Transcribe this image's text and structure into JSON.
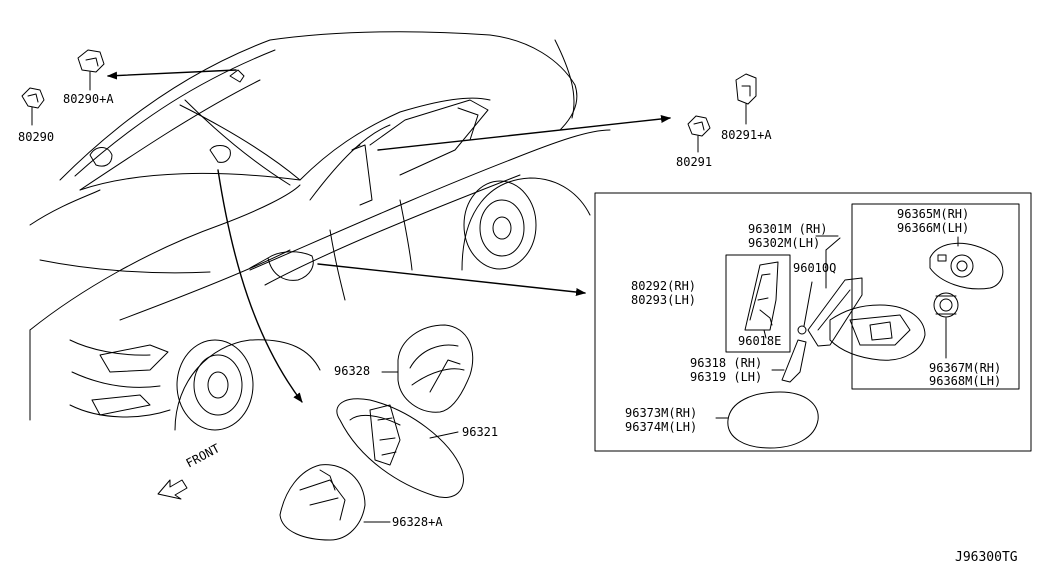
{
  "labels": {
    "p80290": "80290",
    "p80290a": "80290+A",
    "p80291": "80291",
    "p80291a": "80291+A",
    "p80292_rh": "80292(RH)",
    "p80293_lh": "80293(LH)",
    "p96018e": "96018E",
    "p96301m_rh": "96301M (RH)",
    "p96302m_lh": "96302M(LH)",
    "p96010q": "96010Q",
    "p96365m_rh": "96365M(RH)",
    "p96366m_lh": "96366M(LH)",
    "p96367m_rh": "96367M(RH)",
    "p96368m_lh": "96368M(LH)",
    "p96318_rh": "96318 (RH)",
    "p96319_lh": "96319 (LH)",
    "p96373m_rh": "96373M(RH)",
    "p96374m_lh": "96374M(LH)",
    "p96328": "96328",
    "p96321": "96321",
    "p96328a": "96328+A",
    "front": "FRONT",
    "diagram_code": "J96300TG"
  }
}
